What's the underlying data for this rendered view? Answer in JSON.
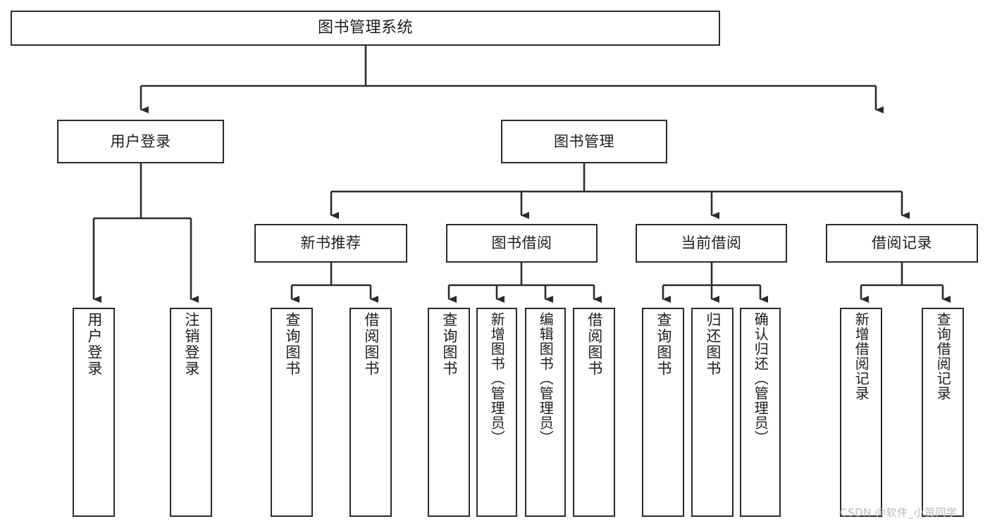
{
  "diagram": {
    "type": "tree",
    "title": "图书管理系统",
    "colors": {
      "background": "#ffffff",
      "box_border": "#2b2b2b",
      "box_fill": "#ffffff",
      "connector": "#2b2b2b",
      "text": "#1d1d1d",
      "watermark": "#b9b9b9"
    },
    "root": {
      "label": "图书管理系统"
    },
    "level2": [
      {
        "label": "用户登录"
      },
      {
        "label": "图书管理"
      }
    ],
    "level3": [
      {
        "label": "新书推荐"
      },
      {
        "label": "图书借阅"
      },
      {
        "label": "当前借阅"
      },
      {
        "label": "借阅记录"
      }
    ],
    "leaves": {
      "user_login": [
        {
          "label": "用户登录"
        },
        {
          "label": "注销登录"
        }
      ],
      "new_book_recommend": [
        {
          "label": "查询图书"
        },
        {
          "label": "借阅图书"
        }
      ],
      "book_borrow": [
        {
          "label": "查询图书"
        },
        {
          "label": "新增图书（管理员）"
        },
        {
          "label": "编辑图书（管理员）"
        },
        {
          "label": "借阅图书"
        }
      ],
      "current_borrow": [
        {
          "label": "查询图书"
        },
        {
          "label": "归还图书"
        },
        {
          "label": "确认归还（管理员）"
        }
      ],
      "borrow_record": [
        {
          "label": "新增借阅记录"
        },
        {
          "label": "查询借阅记录"
        }
      ]
    },
    "watermark": "CSDN @软件_小贺同学"
  }
}
